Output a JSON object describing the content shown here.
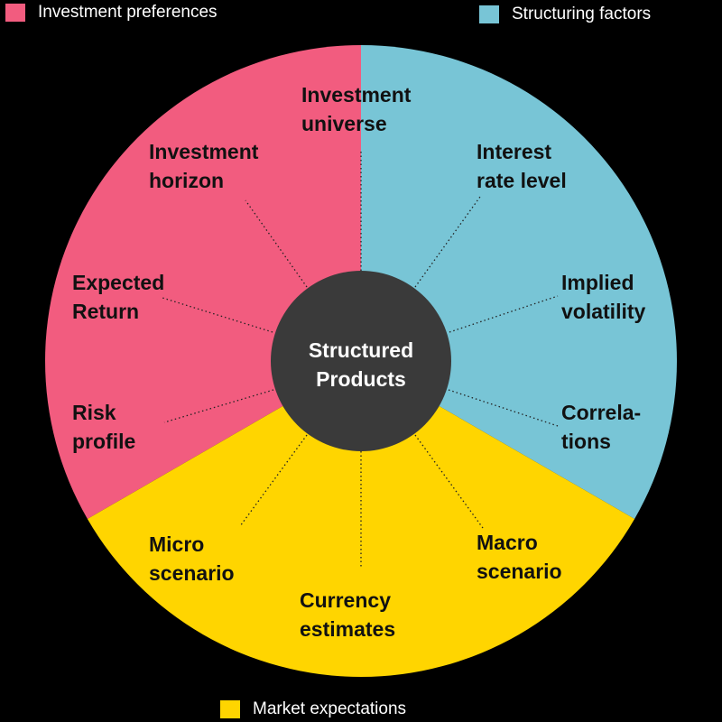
{
  "legend": {
    "investment_preferences": "Investment preferences",
    "structuring_factors": "Structuring factors",
    "market_expectations": "Market expectations"
  },
  "center": {
    "title": "Structured\nProducts"
  },
  "colors": {
    "investment_preferences": "#F25C7F",
    "structuring_factors": "#78C5D6",
    "market_expectations": "#FFD500",
    "center": "#3A3A3A",
    "background": "#000000"
  },
  "segments": {
    "investment_preferences": {
      "items": [
        "Investment\nuniverse",
        "Investment\nhorizon",
        "Expected\nReturn",
        "Risk\nprofile"
      ]
    },
    "structuring_factors": {
      "items": [
        "Interest\nrate level",
        "Implied\nvolatility",
        "Correla-\ntions"
      ]
    },
    "market_expectations": {
      "items": [
        "Macro\nscenario",
        "Currency\nestimates",
        "Micro\nscenario"
      ]
    }
  }
}
